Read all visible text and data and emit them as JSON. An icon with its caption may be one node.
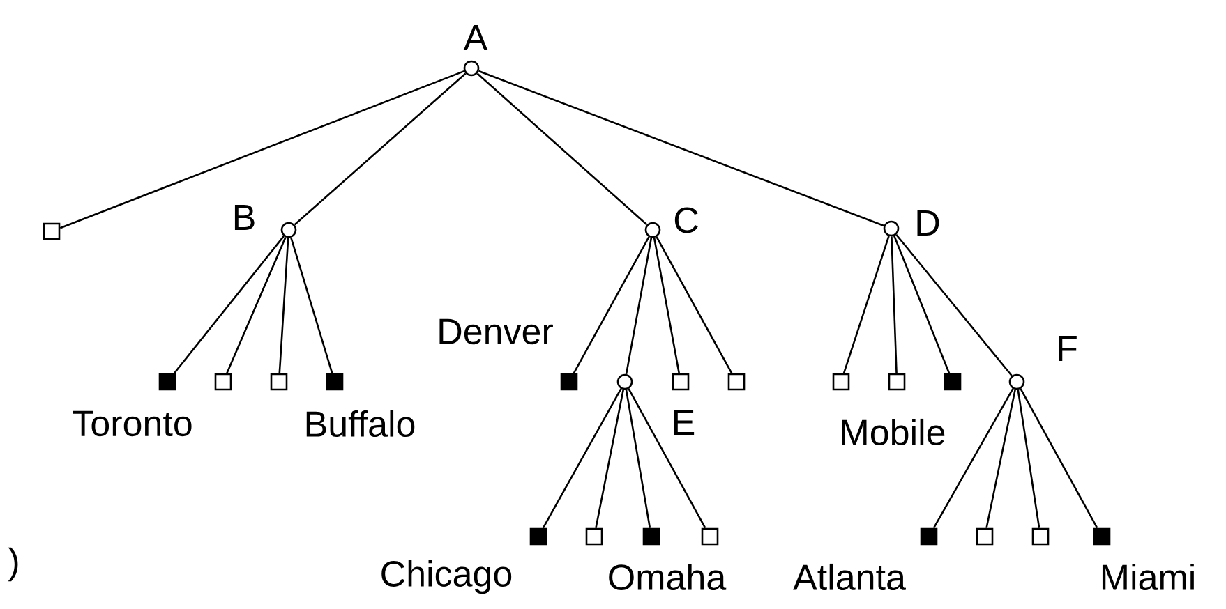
{
  "diagram": {
    "nodes": [
      {
        "text": [
          "A"
        ]
      },
      {
        "text": [],
        "shape": "box"
      },
      {
        "text": [
          "B"
        ]
      },
      {
        "text": [
          "C"
        ]
      },
      {
        "text": [
          "D"
        ]
      },
      {
        "text": [
          "Toronto"
        ]
      },
      {
        "text": [],
        "shape": "box"
      },
      {
        "text": [],
        "shape": "box"
      },
      {
        "text": [
          "Buffalo"
        ]
      },
      {
        "text": [
          "Denver"
        ]
      },
      {
        "text": [
          "E"
        ]
      },
      {
        "text": [],
        "shape": "box"
      },
      {
        "text": [],
        "shape": "box"
      },
      {
        "text": [],
        "shape": "box"
      },
      {
        "text": [],
        "shape": "box"
      },
      {
        "text": [
          "Mobile"
        ]
      },
      {
        "text": [
          "F"
        ]
      },
      {
        "text": [
          "Chicago"
        ]
      },
      {
        "text": [],
        "shape": "box"
      },
      {
        "text": [
          "Omaha"
        ]
      },
      {
        "text": [],
        "shape": "box"
      },
      {
        "text": [
          "Atlanta"
        ]
      },
      {
        "text": [],
        "shape": "box"
      },
      {
        "text": [],
        "shape": "box"
      },
      {
        "text": [
          "Miami"
        ]
      }
    ],
    "edges": [
      {
        "from": 0,
        "to": 1,
        "arrow": "none"
      },
      {
        "from": 0,
        "to": 2,
        "arrow": "none"
      },
      {
        "from": 0,
        "to": 3,
        "arrow": "none"
      },
      {
        "from": 0,
        "to": 4,
        "arrow": "none"
      },
      {
        "from": 2,
        "to": 5,
        "arrow": "none"
      },
      {
        "from": 2,
        "to": 6,
        "arrow": "none"
      },
      {
        "from": 2,
        "to": 7,
        "arrow": "none"
      },
      {
        "from": 2,
        "to": 8,
        "arrow": "none"
      },
      {
        "from": 3,
        "to": 9,
        "arrow": "none"
      },
      {
        "from": 3,
        "to": 10,
        "arrow": "none"
      },
      {
        "from": 3,
        "to": 11,
        "arrow": "none"
      },
      {
        "from": 3,
        "to": 12,
        "arrow": "none"
      },
      {
        "from": 4,
        "to": 13,
        "arrow": "none"
      },
      {
        "from": 4,
        "to": 14,
        "arrow": "none"
      },
      {
        "from": 4,
        "to": 15,
        "arrow": "none"
      },
      {
        "from": 4,
        "to": 16,
        "arrow": "none"
      },
      {
        "from": 10,
        "to": 17,
        "arrow": "none"
      },
      {
        "from": 10,
        "to": 18,
        "arrow": "none"
      },
      {
        "from": 10,
        "to": 19,
        "arrow": "none"
      },
      {
        "from": 10,
        "to": 20,
        "arrow": "none"
      },
      {
        "from": 16,
        "to": 21,
        "arrow": "none"
      },
      {
        "from": 16,
        "to": 22,
        "arrow": "none"
      },
      {
        "from": 16,
        "to": 23,
        "arrow": "none"
      },
      {
        "from": 16,
        "to": 24,
        "arrow": "none"
      }
    ],
    "labels": [
      ")"
    ]
  }
}
